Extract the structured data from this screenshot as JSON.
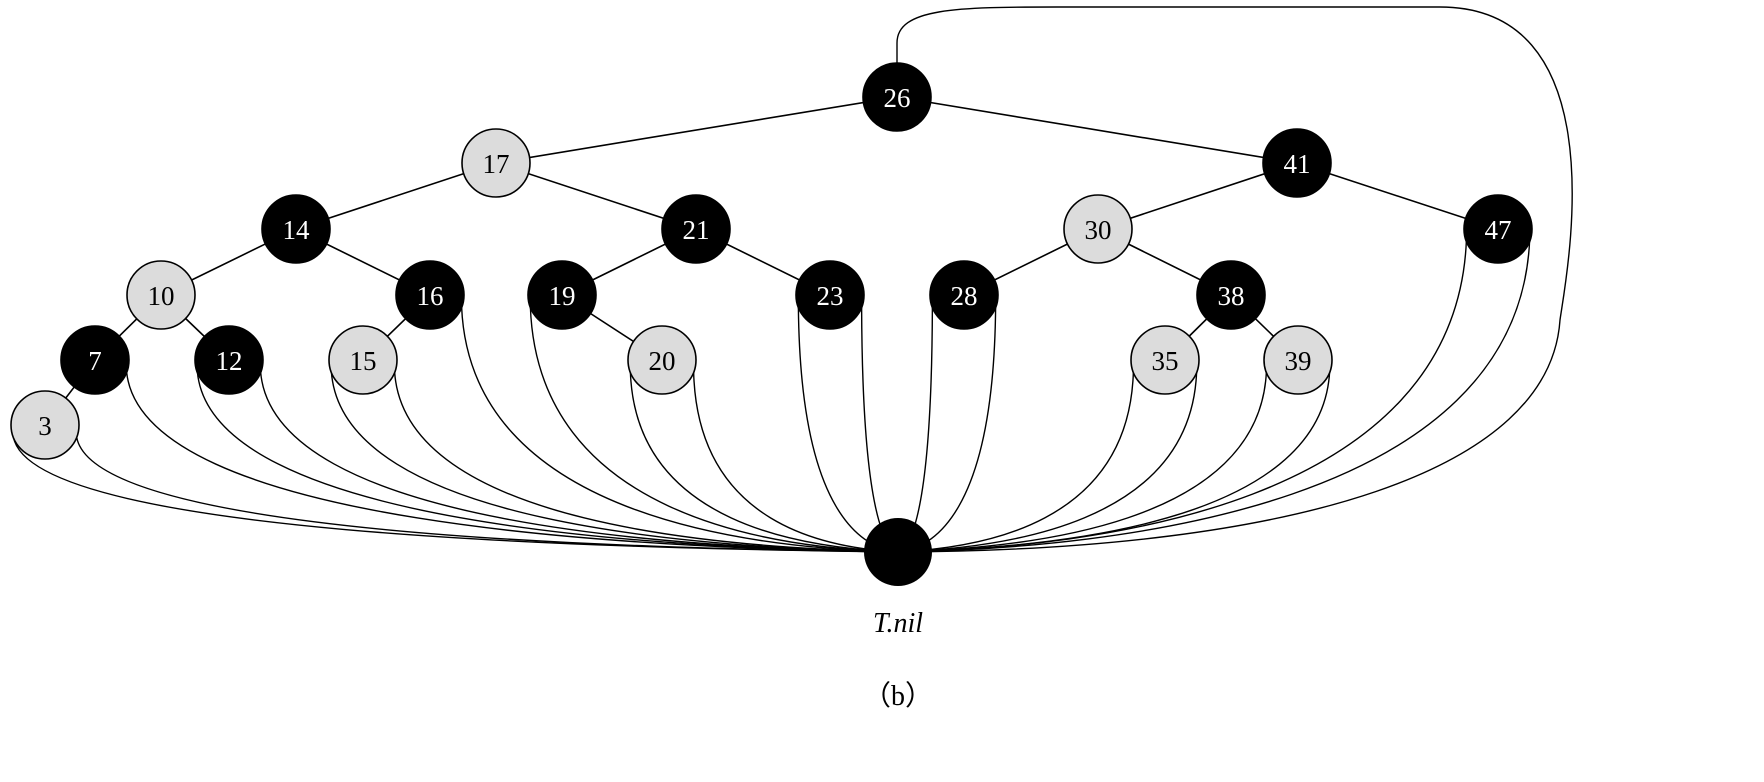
{
  "colors": {
    "black_node": "#000000",
    "red_node": "#dcdcdc",
    "black_node_text": "#ffffff",
    "red_node_text": "#000000",
    "line": "#000000"
  },
  "tree": {
    "nodes": [
      {
        "key": "26",
        "color": "black"
      },
      {
        "key": "17",
        "color": "red"
      },
      {
        "key": "41",
        "color": "black"
      },
      {
        "key": "14",
        "color": "black"
      },
      {
        "key": "21",
        "color": "black"
      },
      {
        "key": "30",
        "color": "red"
      },
      {
        "key": "47",
        "color": "black"
      },
      {
        "key": "10",
        "color": "red"
      },
      {
        "key": "16",
        "color": "black"
      },
      {
        "key": "19",
        "color": "black"
      },
      {
        "key": "23",
        "color": "black"
      },
      {
        "key": "28",
        "color": "black"
      },
      {
        "key": "38",
        "color": "black"
      },
      {
        "key": "7",
        "color": "black"
      },
      {
        "key": "12",
        "color": "black"
      },
      {
        "key": "15",
        "color": "red"
      },
      {
        "key": "20",
        "color": "red"
      },
      {
        "key": "35",
        "color": "red"
      },
      {
        "key": "39",
        "color": "red"
      },
      {
        "key": "3",
        "color": "red"
      }
    ],
    "edges": [
      [
        "26",
        "17"
      ],
      [
        "26",
        "41"
      ],
      [
        "17",
        "14"
      ],
      [
        "17",
        "21"
      ],
      [
        "41",
        "30"
      ],
      [
        "41",
        "47"
      ],
      [
        "14",
        "10"
      ],
      [
        "14",
        "16"
      ],
      [
        "21",
        "19"
      ],
      [
        "21",
        "23"
      ],
      [
        "30",
        "28"
      ],
      [
        "30",
        "38"
      ],
      [
        "10",
        "7"
      ],
      [
        "10",
        "12"
      ],
      [
        "16",
        "15"
      ],
      [
        "19",
        "20"
      ],
      [
        "38",
        "35"
      ],
      [
        "38",
        "39"
      ],
      [
        "7",
        "3"
      ]
    ],
    "nil_label": "T.nil"
  },
  "caption": "（b）"
}
